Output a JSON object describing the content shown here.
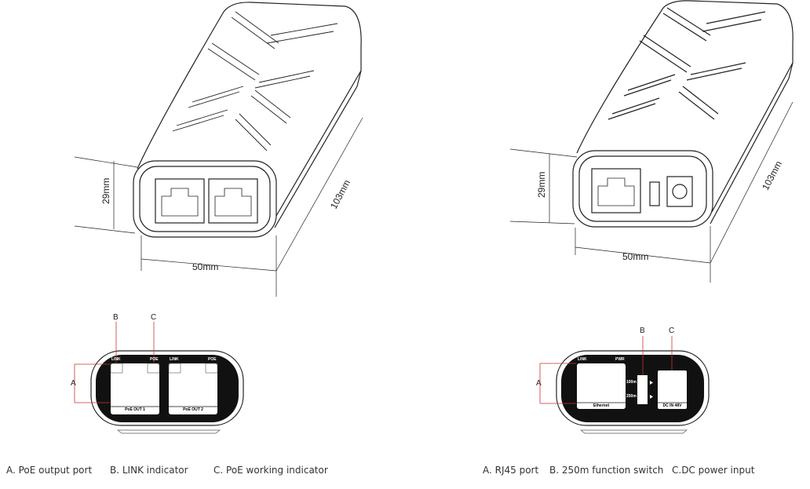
{
  "left_device": {
    "dimensions": {
      "height": "29mm",
      "width": "50mm",
      "length": "103mm"
    },
    "callouts": {
      "a": "A",
      "b": "B",
      "c": "C"
    },
    "panel": {
      "link1": "LINK",
      "poe1": "POE",
      "link2": "LINK",
      "poe2": "POE",
      "port1": "PoE OUT 1",
      "port2": "PoE OUT 2"
    },
    "captions": [
      "A. PoE output port",
      "B. LINK indicator",
      "C. PoE working indicator"
    ]
  },
  "right_device": {
    "dimensions": {
      "height": "29mm",
      "width": "50mm",
      "length": "103mm"
    },
    "callouts": {
      "a": "A",
      "b": "B",
      "c": "C"
    },
    "panel": {
      "link": "LINK",
      "pwr": "PWR",
      "ethernet": "Ethernet",
      "s100": "100m",
      "s250": "250m",
      "dc": "DC IN 48V"
    },
    "captions": [
      "A. RJ45 port",
      "B. 250m function switch",
      "C.DC power input"
    ]
  }
}
